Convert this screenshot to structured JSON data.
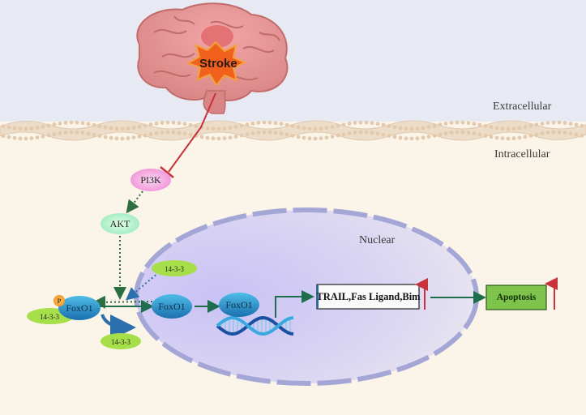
{
  "regions": {
    "extracellular": "Extracellular",
    "intracellular": "Intracellular",
    "nuclear": "Nuclear"
  },
  "trigger": {
    "label": "Stroke"
  },
  "nodes": {
    "pi3k": "PI3K",
    "akt": "AKT",
    "foxo1_cytoplasm": "FoxO1",
    "phospho_tag": "P",
    "protein_1433_top": "14-3-3",
    "protein_1433_left": "14-3-3",
    "protein_1433_bottom": "14-3-3",
    "foxo1_nuclear": "FoxO1",
    "foxo1_dna": "FoxO1"
  },
  "targets": {
    "genes": "TRAIL,Fas Ligand,Bim"
  },
  "outcome": {
    "label": "Apoptosis"
  },
  "colors": {
    "extracellular_bg": "#e8eaf3",
    "cytoplasm_bg": "#fbf4e8",
    "membrane": "#e9d7c4",
    "nucleus_fill": "#d4cdf3",
    "nucleus_border": "#a4a6d6",
    "pi3k": "#f08dd7",
    "akt": "#97ebb9",
    "foxo1": "#2b97d2",
    "protein_1433": "#a6df4a",
    "phospho": "#f59b1c",
    "outcome_box": "#7ec34b",
    "inhibition_line": "#c8323a",
    "increase_arrow": "#c8323a",
    "dotted_arrow": "#2b6e3f",
    "solid_arrow": "#2b7a5a"
  }
}
